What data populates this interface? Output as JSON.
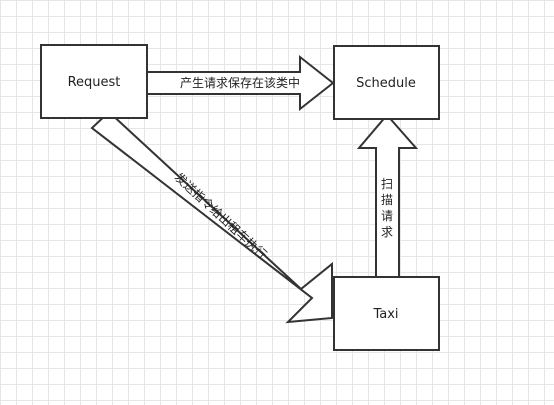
{
  "nodes": {
    "request": {
      "label": "Request"
    },
    "schedule": {
      "label": "Schedule"
    },
    "taxi": {
      "label": "Taxi"
    }
  },
  "edges": {
    "request_to_schedule": {
      "label": "产生请求保存在该类中"
    },
    "request_to_taxi": {
      "label": "发送指令给出租车执行"
    },
    "taxi_to_schedule": {
      "label_chars": [
        "扫",
        "描",
        "请",
        "求"
      ]
    }
  }
}
